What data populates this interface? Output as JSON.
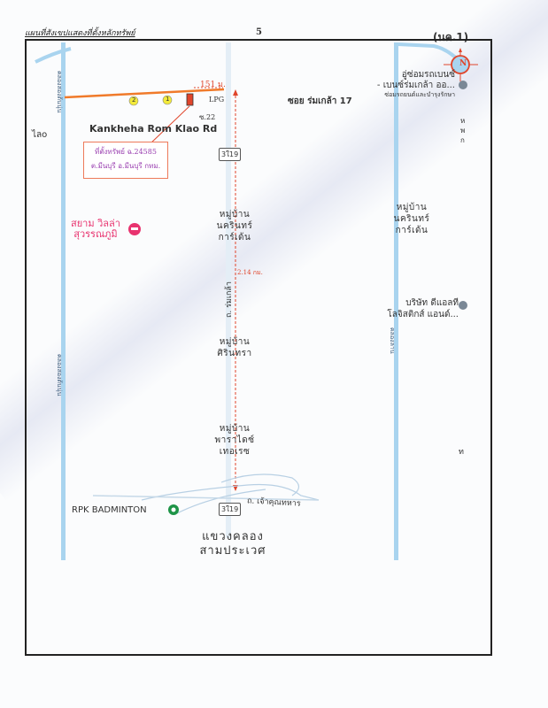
{
  "header": {
    "title": "แผนที่สังเขปแสดงที่ตั้งหลักทรัพย์",
    "page_number": "5",
    "doc_code": "(นค.1)"
  },
  "map": {
    "main_road": "Kankheha Rom Klao Rd",
    "road_fragment_left": "ไลo",
    "distance_top": "151 ม.",
    "distance_vertical": "2.14 กม.",
    "lpg": "LPG",
    "soi": "ซ.22",
    "marker_1": "1",
    "marker_2": "2",
    "property_box": {
      "line1": "ที่ตั้งทรัพย์ ฉ.24585",
      "line2": "ต.มีนบุรี อ.มีนบุรี กทม."
    },
    "route_badge_top": "3ใ19",
    "route_badge_bottom": "3ใ19",
    "soi_romklao": "ซอย ร่มเกล้า 17",
    "compass": "N",
    "poi_garage": {
      "line1": "อู่ซ่อมรถเบนซ์",
      "line2": "- เบนซ์ร่มเกล้า ออ...",
      "line3": "ซ่อมรถยนต์และบำรุงรักษา"
    },
    "poi_hotel": {
      "line1": "สยาม วิลล่า",
      "line2": "สุวรรณภูมิ"
    },
    "village_1": {
      "line1": "หมู่บ้าน",
      "line2": "นครินทร์",
      "line3": "การ์เด้น"
    },
    "village_2": {
      "line1": "หมู่บ้าน",
      "line2": "นครินทร์",
      "line3": "การ์เด้น"
    },
    "village_3": {
      "line1": "หมู่บ้าน",
      "line2": "ศิรินทรา"
    },
    "village_4": {
      "line1": "หมู่บ้าน",
      "line2": "พาราไดซ์",
      "line3": "เทอเรซ"
    },
    "road_romklao": "ถ. ร่มเกล้า",
    "road_chaokhun": "ถ. เจ้าคุณทหาร",
    "poi_company": {
      "line1": "บริษัท ดีแอลที",
      "line2": "โลจิสติกส์ แอนด์..."
    },
    "poi_badminton": "RPK BADMINTON",
    "district": {
      "line1": "แขวงคลอง",
      "line2": "สามประเวศ"
    },
    "canal_left": "คลองสองต้นนุ่น",
    "canal_right": "คลองลาน",
    "edge_fragments": {
      "a": "ห",
      "b": "พ",
      "c": "ก",
      "d": "ท"
    }
  },
  "colors": {
    "road": "#a9d4ef",
    "route": "#f07a2a",
    "marker": "#e0452b",
    "hotel": "#e8336f",
    "badminton": "#1e9447",
    "box_text": "#9a3fb0"
  }
}
